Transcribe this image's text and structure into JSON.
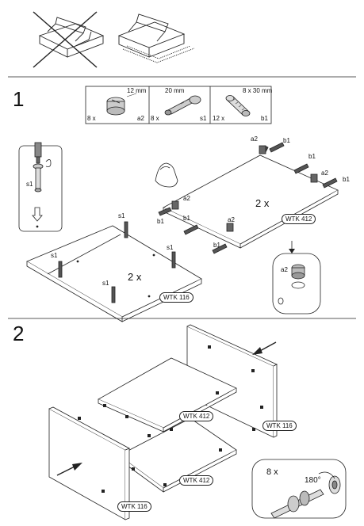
{
  "steps": {
    "one": "1",
    "two": "2"
  },
  "parts_box": {
    "a2": {
      "size": "12 mm",
      "qty": "8 x",
      "code": "a2"
    },
    "s1": {
      "size": "20 mm",
      "qty": "8 x",
      "code": "s1"
    },
    "b1": {
      "size": "8 x 30 mm",
      "qty": "12 x",
      "code": "b1"
    }
  },
  "labels": {
    "a2": "a2",
    "b1": "b1",
    "s1": "s1",
    "two_x_top": "2 x",
    "two_x_left": "2 x",
    "wtk412": "WTK 412",
    "wtk116": "WTK 116",
    "eight_x": "8 x",
    "deg180": "180°"
  }
}
